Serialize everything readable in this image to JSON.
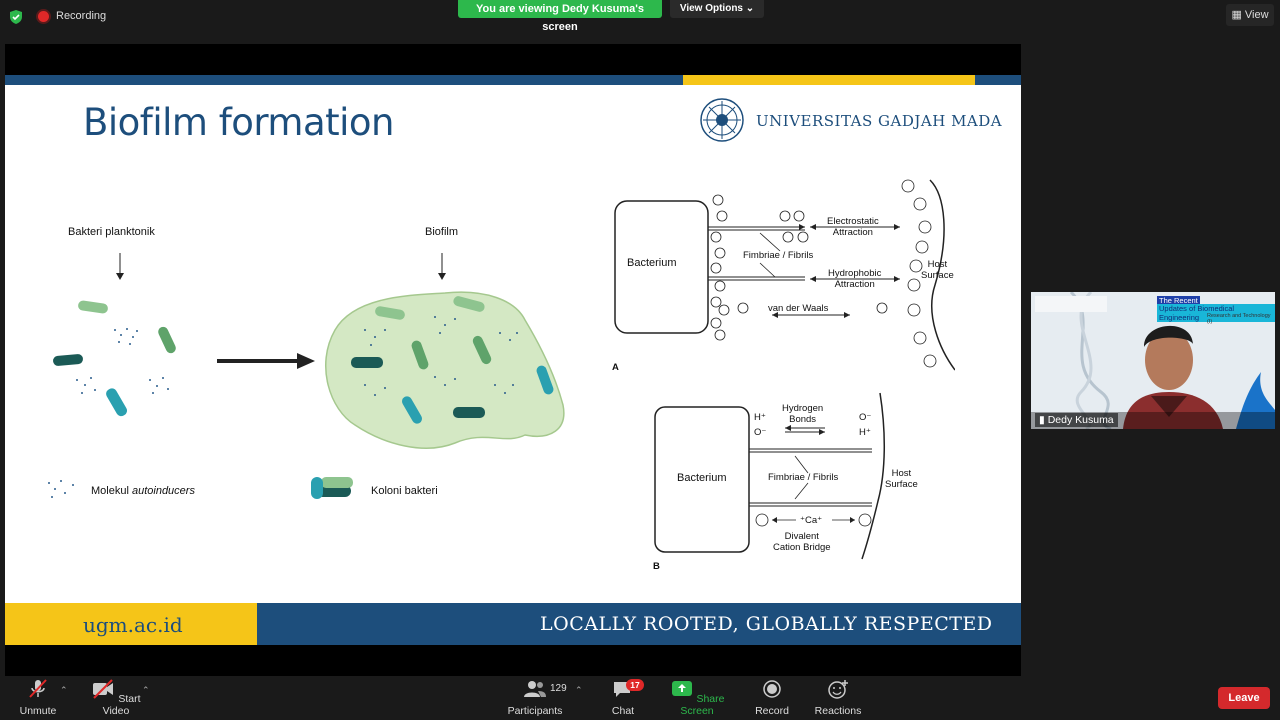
{
  "topbar": {
    "recording_label": "Recording",
    "viewing_banner": "You are viewing Dedy Kusuma's screen",
    "view_options": "View Options",
    "view_label": "View"
  },
  "slide": {
    "title": "Biofilm formation",
    "institution": "UNIVERSITAS GADJAH MADA",
    "footer_url": "ugm.ac.id",
    "tagline": "LOCALLY ROOTED, GLOBALLY RESPECTED",
    "left_diagram": {
      "label_planktonic": "Bakteri planktonik",
      "label_biofilm": "Biofilm",
      "legend_molecules_prefix": "Molekul ",
      "legend_molecules_italic": "autoinducers",
      "legend_colony": "Koloni bakteri"
    },
    "diagram_a": {
      "bacterium": "Bacterium",
      "electrostatic_1": "Electrostatic",
      "electrostatic_2": "Attraction",
      "fimbriae": "Fimbriae / Fibrils",
      "hydrophobic_1": "Hydrophobic",
      "hydrophobic_2": "Attraction",
      "van_der_waals": "van der Waals",
      "host_1": "Host",
      "host_2": "Surface",
      "panel_letter": "A"
    },
    "diagram_b": {
      "bacterium": "Bacterium",
      "h_plus_left": "H⁺",
      "o_minus_left": "O⁻",
      "hydrogen_1": "Hydrogen",
      "hydrogen_2": "Bonds",
      "o_minus_right": "O⁻",
      "h_plus_right": "H⁺",
      "fimbriae": "Fimbriae / Fibrils",
      "host_1": "Host",
      "host_2": "Surface",
      "ca_label": "⁺Ca⁺",
      "divalent_1": "Divalent",
      "divalent_2": "Cation Bridge",
      "panel_letter": "B"
    }
  },
  "video_tile": {
    "participant_name": "Dedy Kusuma",
    "banner_1": "The Recent",
    "banner_2": "Updates of Biomedical Engineering",
    "banner_3": "Research and Technology (I)"
  },
  "toolbar": {
    "unmute": "Unmute",
    "start_video": "Start Video",
    "participants_count": "129",
    "participants": "Participants",
    "chat": "Chat",
    "chat_badge": "17",
    "share_screen": "Share Screen",
    "record": "Record",
    "reactions": "Reactions",
    "leave": "Leave"
  },
  "colors": {
    "ugm_blue": "#1d4e7c",
    "ugm_yellow": "#f5c518",
    "banner_green": "#2db84c",
    "leave_red": "#d4292c"
  }
}
